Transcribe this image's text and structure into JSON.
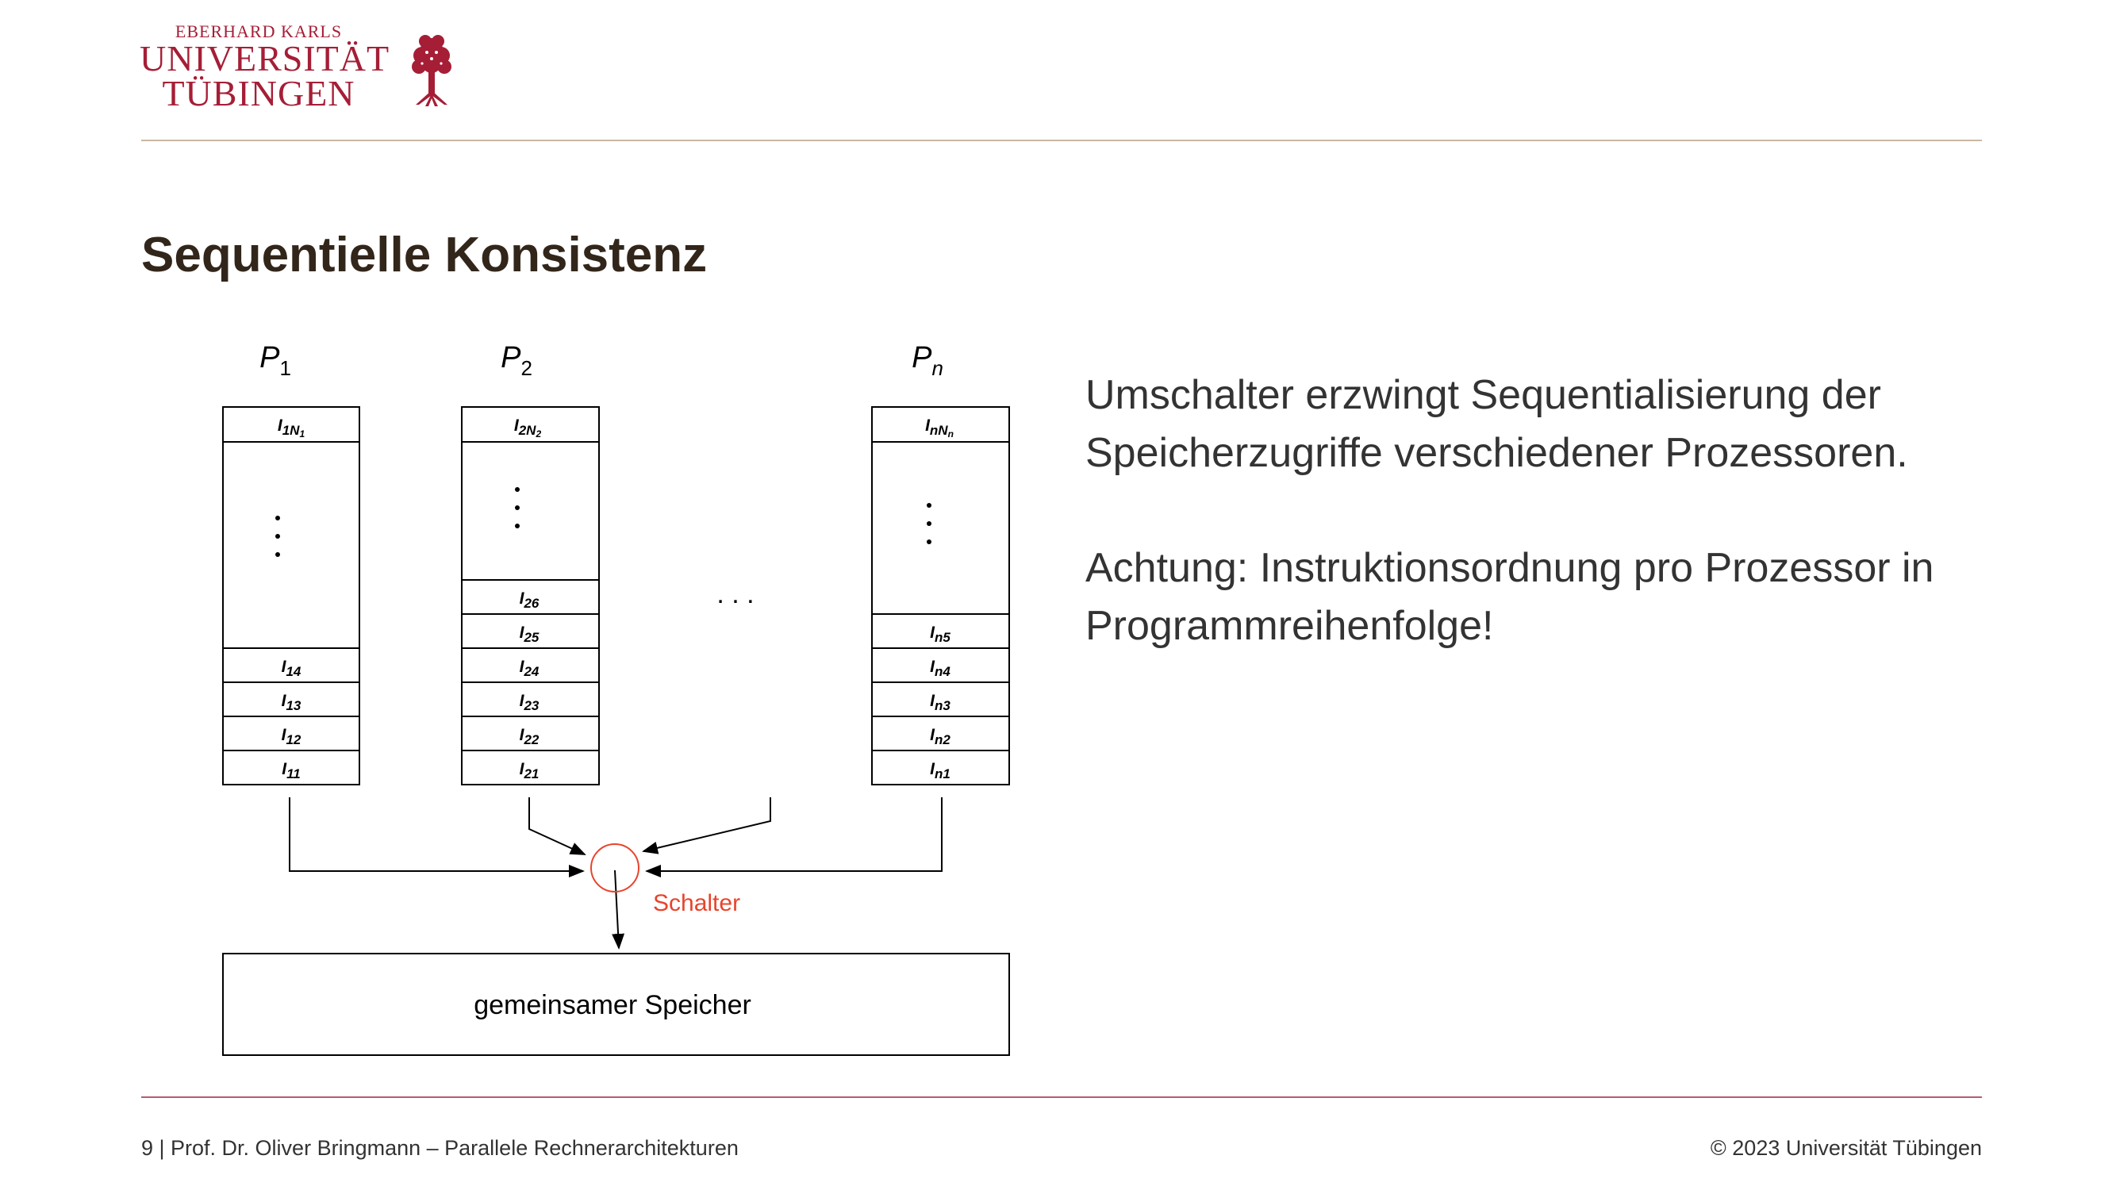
{
  "header": {
    "logo": {
      "line1": "EBERHARD KARLS",
      "line2": "UNIVERSITÄT",
      "line3": "TÜBINGEN",
      "icon": "tree-icon",
      "color": "#a51e36"
    }
  },
  "slide": {
    "title": "Sequentielle Konsistenz",
    "paragraph1": "Umschalter erzwingt Sequentialisierung der Speicherzugriffe verschiedener Prozessoren.",
    "paragraph2": "Achtung: Instruktionsordnung pro Prozessor in Programmreihenfolge!"
  },
  "diagram": {
    "processors": [
      {
        "name": "P",
        "sub": "1",
        "top_cell": {
          "main": "I",
          "sub": "1N",
          "subsub": "1"
        },
        "cells": [
          {
            "main": "I",
            "sub": "14"
          },
          {
            "main": "I",
            "sub": "13"
          },
          {
            "main": "I",
            "sub": "12"
          },
          {
            "main": "I",
            "sub": "11"
          }
        ]
      },
      {
        "name": "P",
        "sub": "2",
        "top_cell": {
          "main": "I",
          "sub": "2N",
          "subsub": "2"
        },
        "cells": [
          {
            "main": "I",
            "sub": "26"
          },
          {
            "main": "I",
            "sub": "25"
          },
          {
            "main": "I",
            "sub": "24"
          },
          {
            "main": "I",
            "sub": "23"
          },
          {
            "main": "I",
            "sub": "22"
          },
          {
            "main": "I",
            "sub": "21"
          }
        ]
      },
      {
        "name": "P",
        "sub": "n",
        "top_cell": {
          "main": "I",
          "sub": "nN",
          "subsub": "n"
        },
        "cells": [
          {
            "main": "I",
            "sub": "n5"
          },
          {
            "main": "I",
            "sub": "n4"
          },
          {
            "main": "I",
            "sub": "n3"
          },
          {
            "main": "I",
            "sub": "n2"
          },
          {
            "main": "I",
            "sub": "n1"
          }
        ]
      }
    ],
    "ellipsis": ". . .",
    "switch_label": "Schalter",
    "switch_color": "#e8442c",
    "memory_label": "gemeinsamer Speicher"
  },
  "footer": {
    "left": "9 | Prof. Dr. Oliver Bringmann – Parallele Rechnerarchitekturen",
    "right": "© 2023 Universität Tübingen"
  }
}
